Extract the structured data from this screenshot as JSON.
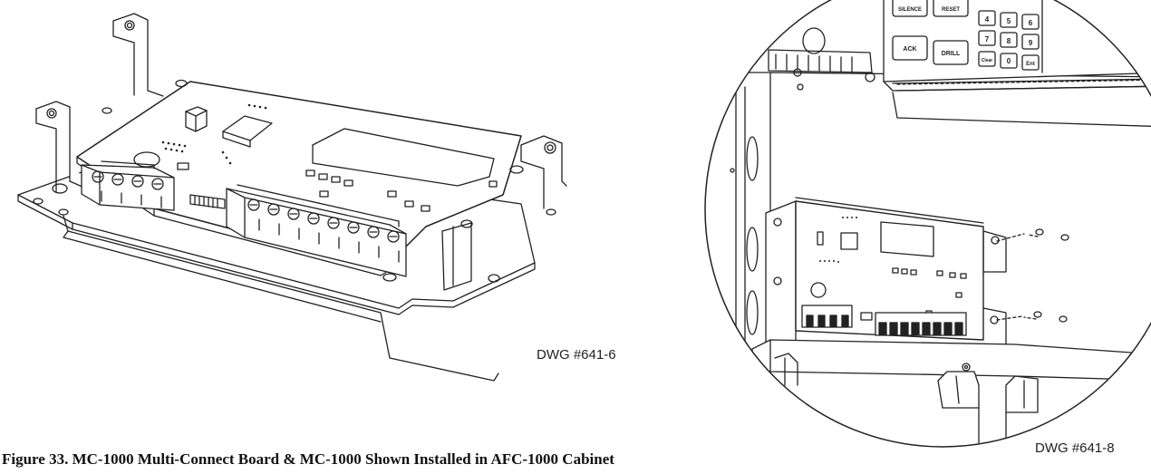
{
  "figure": {
    "caption": "Figure 33. MC-1000 Multi-Connect Board & MC-1000 Shown Installed in AFC-1000 Cabinet",
    "left_drawing": {
      "label": "DWG #641-6",
      "terminal_blocks": {
        "small": 4,
        "large": 8
      }
    },
    "right_drawing": {
      "label": "DWG #641-8",
      "panel_buttons": [
        "SILENCE",
        "RESET",
        "ACK",
        "DRILL"
      ],
      "keypad_keys": [
        "4",
        "5",
        "6",
        "7",
        "8",
        "9",
        "Clear",
        "0",
        "Ent"
      ]
    }
  }
}
